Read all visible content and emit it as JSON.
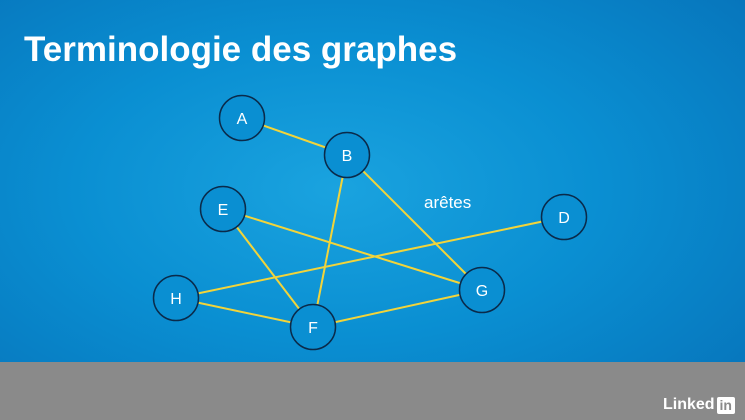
{
  "slide": {
    "title": "Terminologie des graphes",
    "edge_label": "arêtes",
    "colors": {
      "background": "#0a8fd2",
      "node_stroke": "#0a2a4a",
      "edge": "#f2d43a",
      "footer": "#8a8a8a"
    }
  },
  "graph": {
    "nodes": [
      {
        "id": "A",
        "label": "A"
      },
      {
        "id": "B",
        "label": "B"
      },
      {
        "id": "E",
        "label": "E"
      },
      {
        "id": "D",
        "label": "D"
      },
      {
        "id": "H",
        "label": "H"
      },
      {
        "id": "G",
        "label": "G"
      },
      {
        "id": "F",
        "label": "F"
      }
    ],
    "edges": [
      {
        "from": "A",
        "to": "B"
      },
      {
        "from": "B",
        "to": "G"
      },
      {
        "from": "B",
        "to": "F"
      },
      {
        "from": "E",
        "to": "F"
      },
      {
        "from": "E",
        "to": "G"
      },
      {
        "from": "H",
        "to": "D"
      },
      {
        "from": "H",
        "to": "F"
      },
      {
        "from": "F",
        "to": "G"
      }
    ]
  },
  "footer": {
    "brand_text": "Linked",
    "brand_box": "in"
  }
}
